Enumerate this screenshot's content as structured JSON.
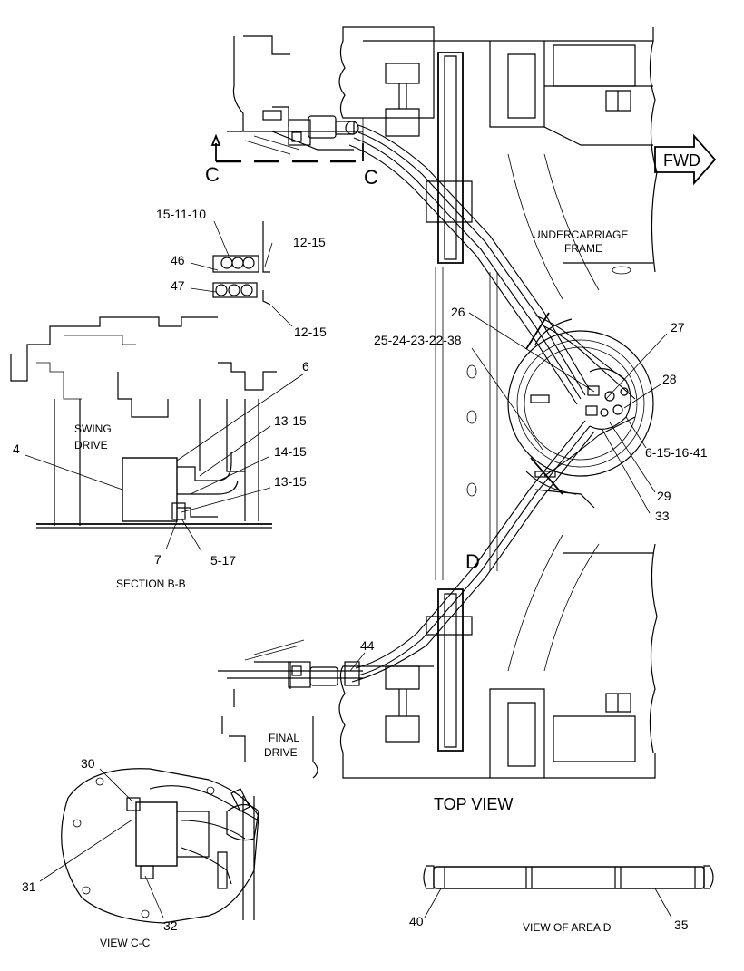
{
  "labels": {
    "fwd": "FWD",
    "undercarriage_frame_1": "UNDERCARRIAGE",
    "undercarriage_frame_2": "FRAME",
    "swing_drive_1": "SWING",
    "swing_drive_2": "DRIVE",
    "final_drive_1": "FINAL",
    "final_drive_2": "DRIVE",
    "section_bb": "SECTION B-B",
    "view_cc": "VIEW C-C",
    "view_area_d": "VIEW OF AREA D",
    "top_view": "TOP VIEW",
    "section_c_left": "C",
    "section_c_right": "C",
    "area_d": "D"
  },
  "callouts": {
    "c_15_11_10": "15-11-10",
    "c_12_15_top": "12-15",
    "c_46": "46",
    "c_47": "47",
    "c_12_15_bottom": "12-15",
    "c_6": "6",
    "c_13_15_a": "13-15",
    "c_14_15": "14-15",
    "c_13_15_b": "13-15",
    "c_4": "4",
    "c_7": "7",
    "c_5_17": "5-17",
    "c_26": "26",
    "c_25_24_23_22_38": "25-24-23-22-38",
    "c_27": "27",
    "c_28": "28",
    "c_6_15_16_41": "6-15-16-41",
    "c_29": "29",
    "c_33": "33",
    "c_44": "44",
    "c_30": "30",
    "c_31": "31",
    "c_32": "32",
    "c_40": "40",
    "c_35": "35"
  }
}
